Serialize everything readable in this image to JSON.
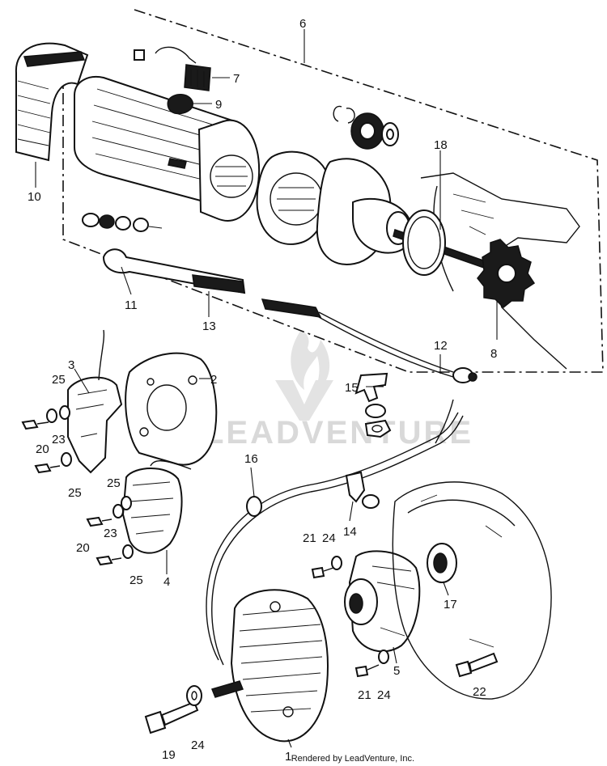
{
  "footer": {
    "text": "Rendered by LeadVenture, Inc."
  },
  "watermark": {
    "text": "LEADVENTURE"
  },
  "callouts": {
    "c1": "1",
    "c2": "2",
    "c3": "3",
    "c4": "4",
    "c5": "5",
    "c6": "6",
    "c7": "7",
    "c8": "8",
    "c9": "9",
    "c10": "10",
    "c11": "11",
    "c12": "12",
    "c13": "13",
    "c14": "14",
    "c15": "15",
    "c16": "16",
    "c17": "17",
    "c18": "18",
    "c19": "19",
    "c20": "20",
    "c21": "21",
    "c22": "22",
    "c23": "23",
    "c24": "24",
    "c25": "25"
  }
}
